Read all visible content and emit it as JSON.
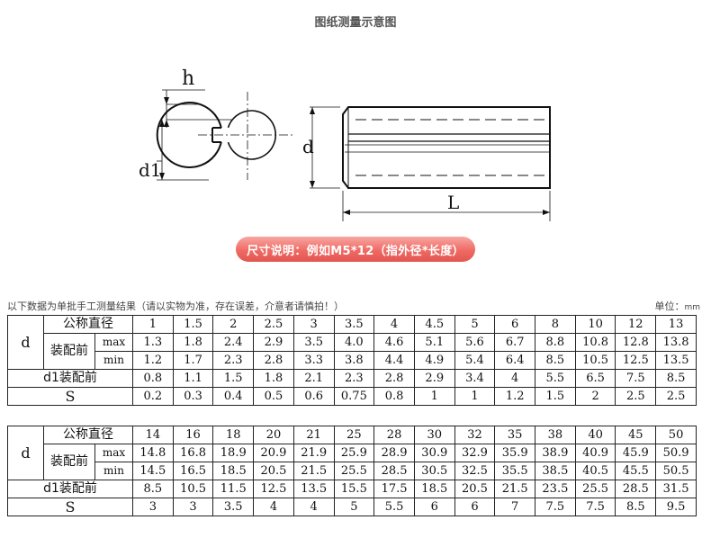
{
  "header": {
    "title": "图纸测量示意图",
    "banner": "尺寸说明：例如M5*12（指外径*长度）",
    "note": "以下数据为单批手工测量结果（请以实物为准，存在误差，介意者请慎拍！）",
    "unit_label": "单位：",
    "unit_value": "mm"
  },
  "drawing": {
    "label_h": "h",
    "label_d1": "d1",
    "label_d": "d",
    "label_L": "L"
  },
  "labels": {
    "d": "d",
    "nominal": "公称直径",
    "pre_assembly": "装配前",
    "max": "max",
    "min": "min",
    "d1_pre": "d1装配前",
    "s": "S"
  },
  "table1": {
    "nominal": [
      "1",
      "1.5",
      "2",
      "2.5",
      "3",
      "3.5",
      "4",
      "4.5",
      "5",
      "6",
      "8",
      "10",
      "12",
      "13"
    ],
    "max": [
      "1.3",
      "1.8",
      "2.4",
      "2.9",
      "3.5",
      "4.0",
      "4.6",
      "5.1",
      "5.6",
      "6.7",
      "8.8",
      "10.8",
      "12.8",
      "13.8"
    ],
    "min": [
      "1.2",
      "1.7",
      "2.3",
      "2.8",
      "3.3",
      "3.8",
      "4.4",
      "4.9",
      "5.4",
      "6.4",
      "8.5",
      "10.5",
      "12.5",
      "13.5"
    ],
    "d1": [
      "0.8",
      "1.1",
      "1.5",
      "1.8",
      "2.1",
      "2.3",
      "2.8",
      "2.9",
      "3.4",
      "4",
      "5.5",
      "6.5",
      "7.5",
      "8.5"
    ],
    "s": [
      "0.2",
      "0.3",
      "0.4",
      "0.5",
      "0.6",
      "0.75",
      "0.8",
      "1",
      "1",
      "1.2",
      "1.5",
      "2",
      "2.5",
      "2.5"
    ]
  },
  "table2": {
    "nominal": [
      "14",
      "16",
      "18",
      "20",
      "21",
      "25",
      "28",
      "30",
      "32",
      "35",
      "38",
      "40",
      "45",
      "50"
    ],
    "max": [
      "14.8",
      "16.8",
      "18.9",
      "20.9",
      "21.9",
      "25.9",
      "28.9",
      "30.9",
      "32.9",
      "35.9",
      "38.9",
      "40.9",
      "45.9",
      "50.9"
    ],
    "min": [
      "14.5",
      "16.5",
      "18.5",
      "20.5",
      "21.5",
      "25.5",
      "28.5",
      "30.5",
      "32.5",
      "35.5",
      "38.5",
      "40.5",
      "45.5",
      "50.5"
    ],
    "d1": [
      "8.5",
      "10.5",
      "11.5",
      "12.5",
      "13.5",
      "15.5",
      "17.5",
      "18.5",
      "20.5",
      "21.5",
      "23.5",
      "25.5",
      "28.5",
      "31.5"
    ],
    "s": [
      "3",
      "3",
      "3.5",
      "4",
      "4",
      "5",
      "5.5",
      "6",
      "6",
      "7",
      "7.5",
      "7.5",
      "8.5",
      "9.5"
    ]
  }
}
